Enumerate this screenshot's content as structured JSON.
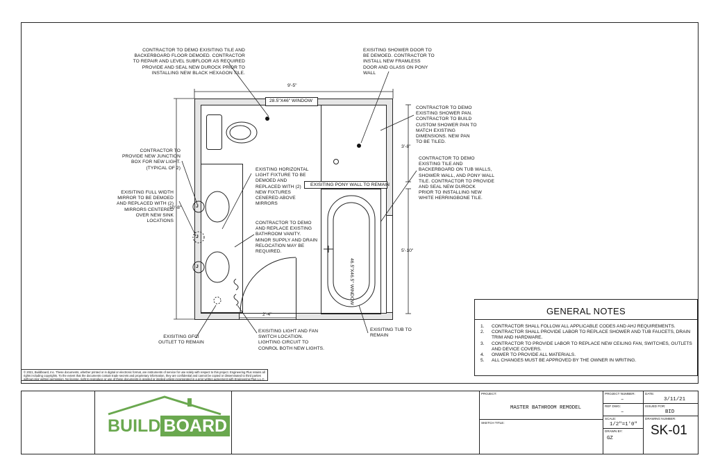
{
  "notes": {
    "demo_tile_floor": "CONTRACTOR TO DEMO EXISITING TILE AND\nBACKERBOARD FLOOR DEMOED. CONTRACTOR\nTO REPAIR AND LEVEL SUBFLOOR AS REQUIRED\nPROVIDE AND SEAL NEW DUROCK PRIOR TO\nINSTALLING NEW BLACK HEXAGON TILE.",
    "shower_door": "EXISITING SHOWER DOOR TO\nBE DEMOED. CONTRACTOR TO\nINSTALL NEW FRAMLESS\nDOOR AND GLASS ON PONY\nWALL",
    "shower_pan": "CONTRACTOR TO DEMO\nEXISTING SHOWER PAN.\nCONTRACTOR TO BUILD\nCUSTOM SHOWER PAN TO\nMATCH EXISTING\nDIMENSIONS. NEW PAN\nTO BE TILED.",
    "tub_walls": "CONTRACTOR TO DEMO\nEXISTING TILE AND\nBACKERBOARD ON TUB WALLS,\nSHOWER WALL, AND PONY WALL\nTILE. CONTRACTOR TO PROVIDE\nAND SEAL NEW DUROCK\nPRIOR TO INSTALLING NEW\nWHITE HERRINGBONE TILE.",
    "junction_box": "CONTRACTOR TO\nPROVIDE NEW JUNCTION\nBOX FOR NEW LIGHT.\n(TYPICAL OF 2)",
    "mirror": "EXISITING FULL WIDTH\nMIRROR TO BE DEMOED\nAND REPLACED WITH (2)\nMIRRORS CENTERED\nOVER NEW SINK\nLOCATIONS",
    "light_fixture": "EXISTING HORIZONTAL\nLIGHT FIXTURE TO BE\nDEMOED AND\nREPLACED WITH (2)\nNEW FIXTURES\nCENERED ABOVE\nMIRRORS",
    "vanity": "CONTRACTOR TO DEMO\nAND REPLACE EXISTING\nBATHROOM VANITY.\nMINOR SUPPLY AND DRAIN\nRELOCATION MAY BE\nREQUIRED.",
    "gfci": "EXISITING GFCI\nOUTLET TO REMAIN",
    "switch": "EXISITING LIGHT AND FAN\nSWITCH LOCATION.\nLIGHTING CIRCUIT TO\nCONROL BOTH NEW LIGHTS.",
    "tub": "EXISITING TUB TO\nREMAIN"
  },
  "labels": {
    "window": "28.5\"X46\" WINDOW",
    "pony_wall": "EXISITING PONY WALL TO REMAIN",
    "tub_window": "46.5\"X46.5\" WINDOW",
    "junction_symbol": "J"
  },
  "dimensions": {
    "overall_width": "9'-5\"",
    "overall_height": "10'-8\"",
    "shower_depth": "3'-8\"",
    "tub_length": "5'-10\"",
    "door_width": "2'-4\""
  },
  "general_notes": {
    "title": "GENERAL NOTES",
    "items": [
      {
        "num": "1.",
        "text": "CONTRACTOR SHALL FOLLOW ALL APPLICABLE CODES AND AHJ REQUIREMENTS."
      },
      {
        "num": "2.",
        "text": "CONTRACTOR SHALL PROVIDE LABOR TO REPLACE SHOWER AND TUB FAUCETS, DRAIN TRIM AND HARDWARE."
      },
      {
        "num": "3.",
        "text": "CONTRACTOR TO PROVIDE LABOR TO REPLACE NEW CEILING FAN, SWITCHES, OUTLETS AND  DEVICE COVERS."
      },
      {
        "num": "4.",
        "text": "ONWER TO PROVIDE ALL MATERIALS."
      },
      {
        "num": "5.",
        "text": "ALL CHANGES  MUST BE APPROVED BY THE OWNER IN WRITING."
      }
    ]
  },
  "copyright": "© 2021, Buildboard, Inc. These documents, whether printed or in digital or electronic format, are instruments of service for use solely with respect to this project. Engineering Plus retains all rights including copyrights. To the extent that the documents contain trade secrets and proprietary information, they are confidential and cannot be copied or disseminated to third parties without prior written permission. No license, right to reproduce or use of these documents is granted or implied unless incorporated in a prior written agreement with Engineering Plus L.L.C.",
  "logo": {
    "part1": "BUILD",
    "part2": "BOARD",
    "green": "#6aa84f",
    "dark": "#3f4a4e"
  },
  "title_block": {
    "project_label": "PROJECT:",
    "project": "MASTER BATHROOM REMODEL",
    "sketch_title_label": "SKETCH TITLE:",
    "project_number_label": "PROJECT NUMBER:",
    "project_number": "–",
    "ref_dwg_label": "REF DWG:",
    "ref_dwg": "–",
    "scale_label": "SCALE:",
    "scale": "1/2\"=1'0\"",
    "drawn_by_label": "DRAWN BY:",
    "drawn_by": "GZ",
    "date_label": "DATE:",
    "date": "3/11/21",
    "issued_for_label": "ISSUED FOR:",
    "issued_for": "BID",
    "drawing_number_label": "DRAWING NUMBER:",
    "drawing_number": "SK-01"
  }
}
